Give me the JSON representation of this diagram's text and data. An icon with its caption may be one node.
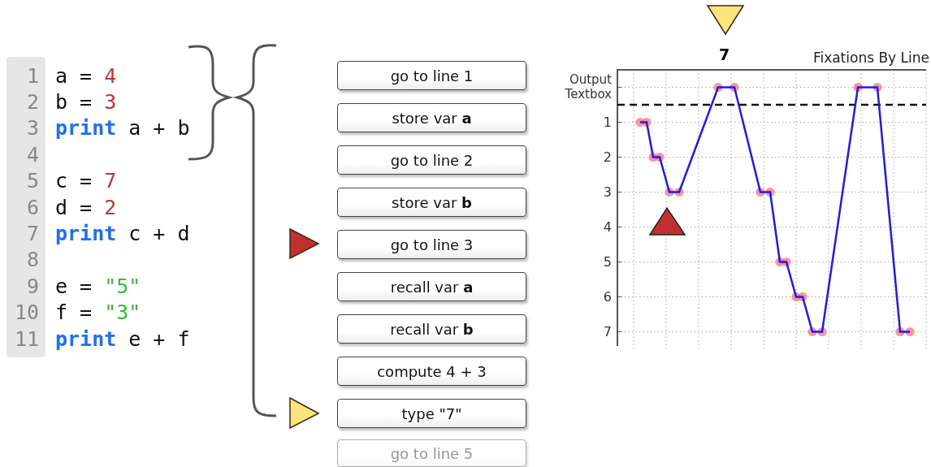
{
  "diagram": {
    "nodes": [
      {
        "text": [
          "go to line 1"
        ]
      },
      {
        "text": [
          "store var **a**"
        ]
      },
      {
        "text": [
          "go to line 2"
        ]
      },
      {
        "text": [
          "store var **b**"
        ]
      },
      {
        "text": [
          "go to line 3"
        ]
      },
      {
        "text": [
          "recall var **a**"
        ]
      },
      {
        "text": [
          "recall var **b**"
        ]
      },
      {
        "text": [
          "compute 4 + 3"
        ]
      },
      {
        "text": [
          "type \"7\""
        ]
      },
      {
        "text": [
          "go to line 5"
        ]
      }
    ],
    "edges": [],
    "labels": [
      "1",
      "a =",
      "4",
      "2",
      "b =",
      "3",
      "3",
      "print",
      "a + b",
      "4",
      "5",
      "c =",
      "7",
      "6",
      "d =",
      "2",
      "7",
      "print",
      "c + d",
      "8",
      "9",
      "e =",
      "\"5\"",
      "10",
      "f =",
      "\"3\"",
      "11",
      "print",
      "e + f",
      "7",
      "Fixations By Line",
      "Output Textbox",
      "1",
      "2",
      "3",
      "4",
      "5",
      "6",
      "7"
    ]
  }
}
